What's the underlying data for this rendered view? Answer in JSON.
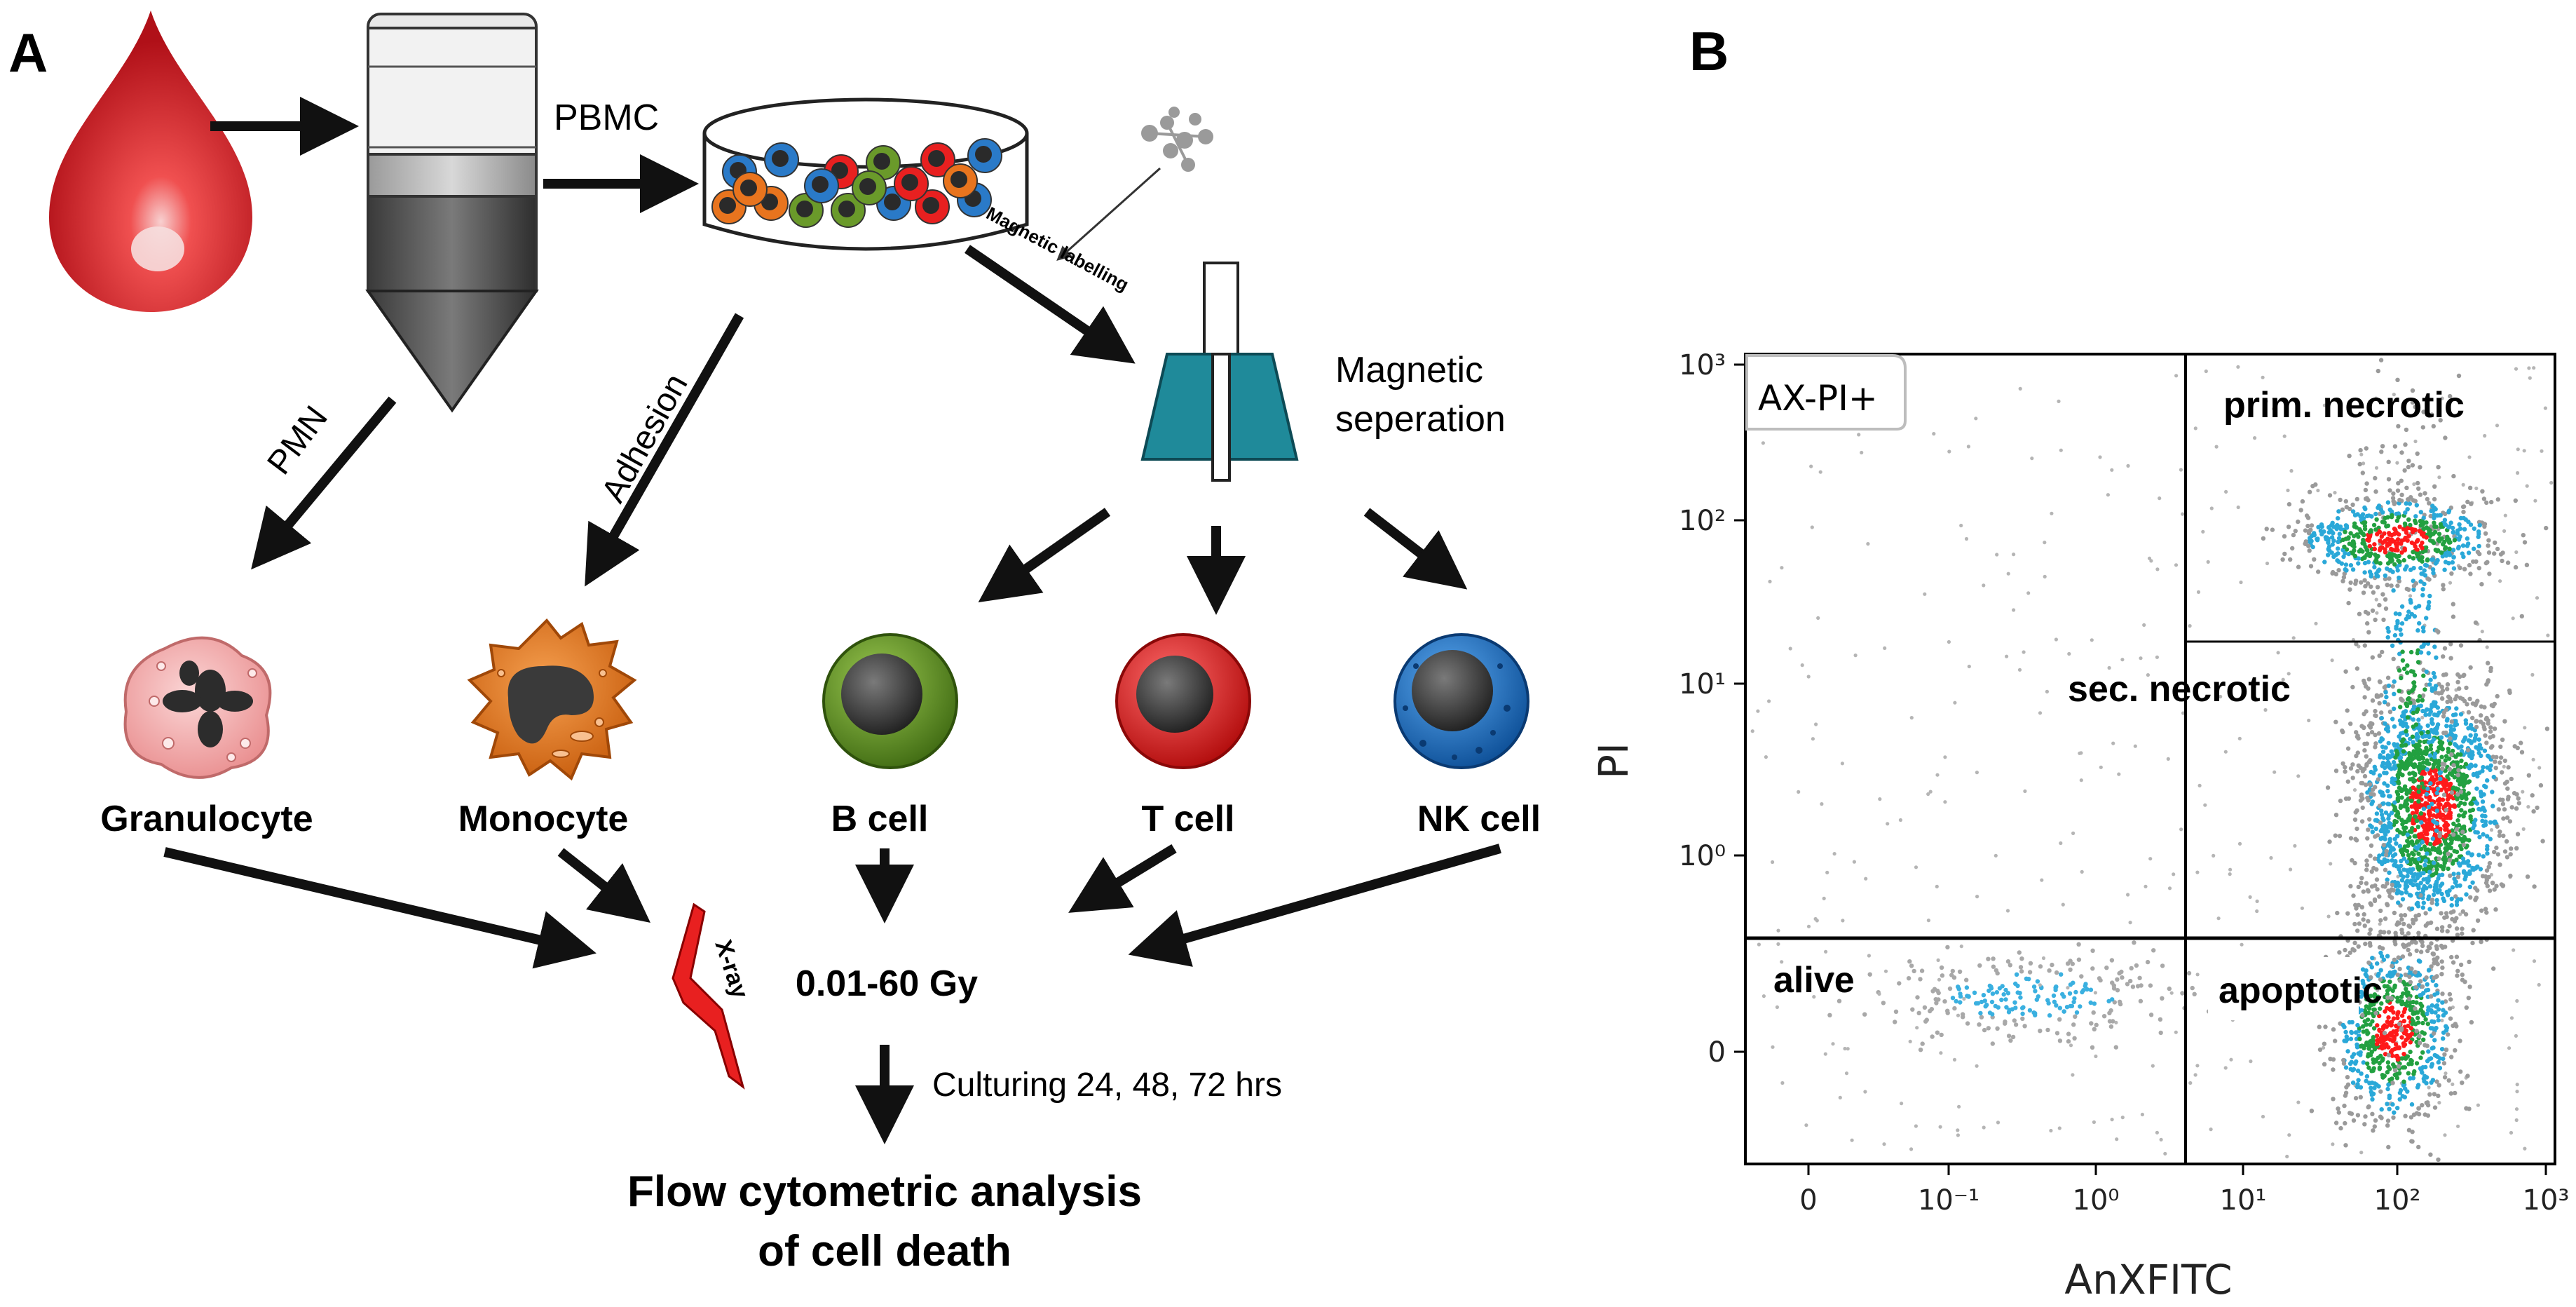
{
  "panel_a": {
    "letter": "A",
    "pbmc": "PBMC",
    "pmn": "PMN",
    "adhesion": "Adhesion",
    "magnetic_labelling": "Magnetic labelling",
    "magnetic_separation_line1": "Magnetic",
    "magnetic_separation_line2": "seperation",
    "cells": [
      {
        "label": "Granulocyte"
      },
      {
        "label": "Monocyte"
      },
      {
        "label": "B cell"
      },
      {
        "label": "T cell"
      },
      {
        "label": "NK cell"
      }
    ],
    "xray": "X-ray",
    "dose": "0.01-60 Gy",
    "culturing": "Culturing 24, 48, 72 hrs",
    "result_line1": "Flow cytometric analysis",
    "result_line2": "of cell death",
    "colors": {
      "blood": "#e8222a",
      "granulocyte": "#f4a7a7",
      "monocyte": "#e8741e",
      "b_cell": "#6a9a2a",
      "t_cell": "#e82020",
      "nk_cell": "#2a7ac8",
      "magnet": "#1f8a9a"
    }
  },
  "panel_b": {
    "letter": "B",
    "gate_label": "AX-PI+",
    "quadrants": {
      "top_right": "prim. necrotic",
      "middle_right": "sec. necrotic",
      "bottom_left": "alive",
      "bottom_right": "apoptotic"
    },
    "chart_data": {
      "type": "scatter",
      "title": "",
      "xlabel": "AnXFITC",
      "ylabel": "PI",
      "x_ticks": [
        "0",
        "10⁻¹",
        "10⁰",
        "10¹",
        "10²",
        "10³"
      ],
      "y_ticks": [
        "0",
        "10⁰",
        "10¹",
        "10²",
        "10³"
      ],
      "x_scale": "log",
      "y_scale": "log",
      "populations": [
        {
          "name": "alive",
          "x_range": [
            0.03,
            3
          ],
          "y_range": [
            -0.05,
            0.05
          ]
        },
        {
          "name": "apoptotic",
          "x_range": [
            30,
            300
          ],
          "y_range": [
            -0.05,
            0.3
          ]
        },
        {
          "name": "sec. necrotic",
          "x_range": [
            30,
            300
          ],
          "y_range": [
            0.5,
            8
          ]
        },
        {
          "name": "prim. necrotic",
          "x_range": [
            30,
            300
          ],
          "y_range": [
            30,
            120
          ]
        }
      ]
    }
  }
}
